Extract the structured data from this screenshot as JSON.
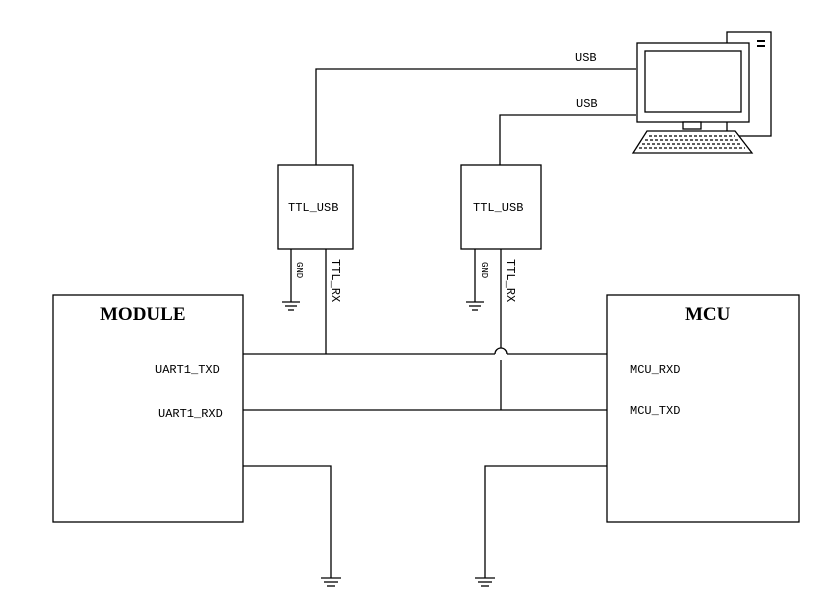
{
  "module": {
    "title": "MODULE",
    "uart_txd": "UART1_TXD",
    "uart_rxd": "UART1_RXD"
  },
  "mcu": {
    "title": "MCU",
    "rxd": "MCU_RXD",
    "txd": "MCU_TXD"
  },
  "adapters": [
    {
      "label": "TTL_USB",
      "gnd": "GND",
      "rx": "TTL_RX",
      "usb": "USB"
    },
    {
      "label": "TTL_USB",
      "gnd": "GND",
      "rx": "TTL_RX",
      "usb": "USB"
    }
  ],
  "pc": {
    "icon": "computer-icon"
  }
}
